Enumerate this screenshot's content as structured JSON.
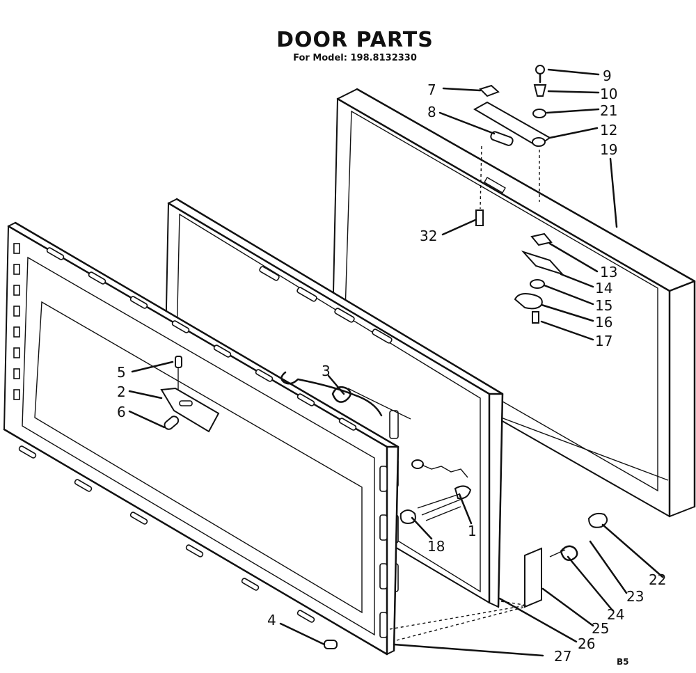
{
  "header": {
    "title": "DOOR PARTS",
    "model_line": "For Model: 198.8132330"
  },
  "page_code": "B5",
  "callouts": [
    {
      "id": "9",
      "label": "9"
    },
    {
      "id": "10",
      "label": "10"
    },
    {
      "id": "21",
      "label": "21"
    },
    {
      "id": "7",
      "label": "7"
    },
    {
      "id": "8",
      "label": "8"
    },
    {
      "id": "12",
      "label": "12"
    },
    {
      "id": "19",
      "label": "19"
    },
    {
      "id": "32",
      "label": "32"
    },
    {
      "id": "13",
      "label": "13"
    },
    {
      "id": "14",
      "label": "14"
    },
    {
      "id": "15",
      "label": "15"
    },
    {
      "id": "16",
      "label": "16"
    },
    {
      "id": "17",
      "label": "17"
    },
    {
      "id": "5",
      "label": "5"
    },
    {
      "id": "2",
      "label": "2"
    },
    {
      "id": "6",
      "label": "6"
    },
    {
      "id": "3",
      "label": "3"
    },
    {
      "id": "1",
      "label": "1"
    },
    {
      "id": "18",
      "label": "18"
    },
    {
      "id": "22",
      "label": "22"
    },
    {
      "id": "23",
      "label": "23"
    },
    {
      "id": "24",
      "label": "24"
    },
    {
      "id": "25",
      "label": "25"
    },
    {
      "id": "26",
      "label": "26"
    },
    {
      "id": "4",
      "label": "4"
    },
    {
      "id": "27",
      "label": "27"
    }
  ]
}
